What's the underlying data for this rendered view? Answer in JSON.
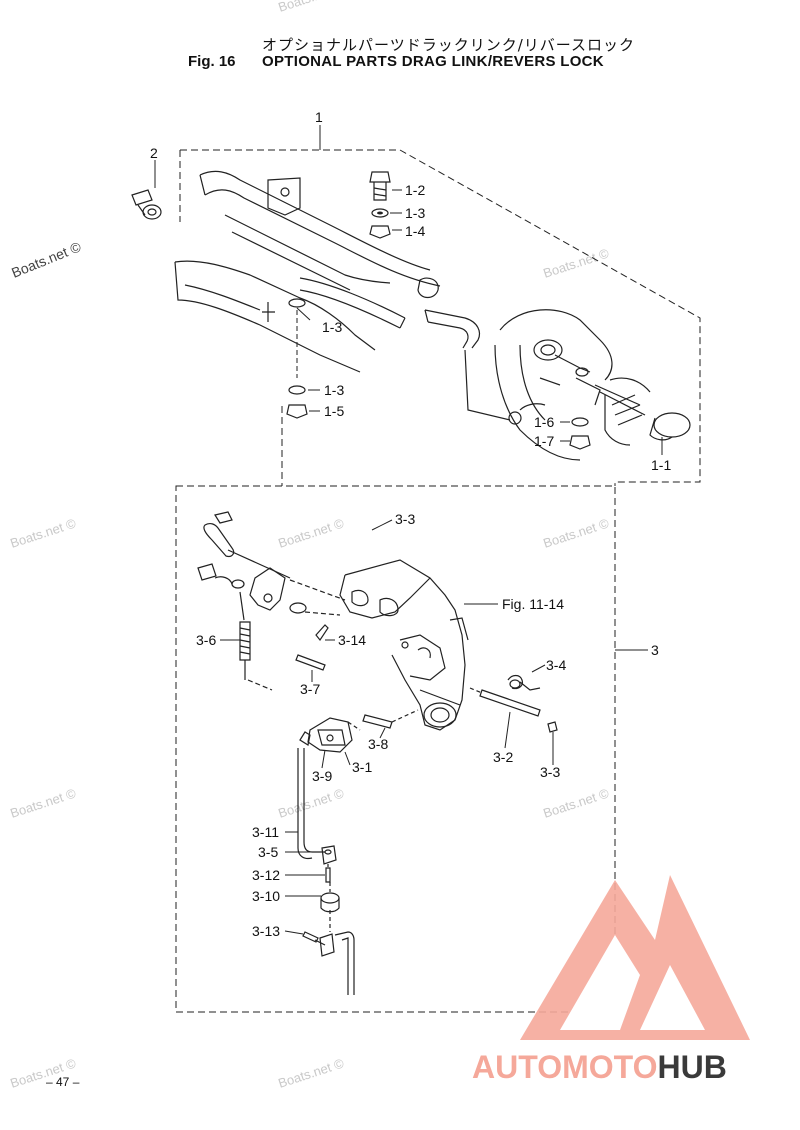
{
  "header": {
    "title_jp": "オプショナルパーツドラックリンク/リバースロック",
    "fig_no": "Fig. 16",
    "title_en": "OPTIONAL PARTS DRAG LINK/REVERS LOCK"
  },
  "callouts": {
    "c1": "1",
    "c2": "2",
    "c1_2": "1-2",
    "c1_3a": "1-3",
    "c1_4": "1-4",
    "c1_3b": "1-3",
    "c1_3c": "1-3",
    "c1_5": "1-5",
    "c1_6": "1-6",
    "c1_7": "1-7",
    "c1_1": "1-1",
    "c3": "3",
    "c3_3a": "3-3",
    "fig11_14": "Fig. 11-14",
    "c3_6": "3-6",
    "c3_14": "3-14",
    "c3_7": "3-7",
    "c3_4": "3-4",
    "c3_8": "3-8",
    "c3_2": "3-2",
    "c3_9": "3-9",
    "c3_1": "3-1",
    "c3_3b": "3-3",
    "c3_11": "3-11",
    "c3_5": "3-5",
    "c3_12": "3-12",
    "c3_10": "3-10",
    "c3_13": "3-13"
  },
  "watermark": "Boats.net ©",
  "page_number": "– 47 –",
  "logo": {
    "auto": "AUTO",
    "moto": "MOTO",
    "hub": "HUB",
    "color_light": "#f5a89a",
    "color_dark": "#3a3a3a"
  }
}
